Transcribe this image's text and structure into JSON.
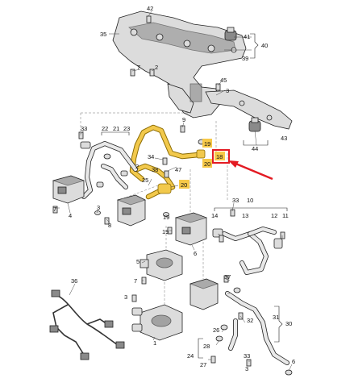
{
  "diagram": {
    "callouts": {
      "c42": "42",
      "c35": "35",
      "c41": "41",
      "c40": "40",
      "c39": "39",
      "c45": "45",
      "c3a": "3",
      "c44": "44",
      "c43": "43",
      "c33a": "33",
      "c22": "22",
      "c21": "21",
      "c23": "23",
      "c9": "9",
      "c19a": "19",
      "c18": "18",
      "c20a": "20",
      "c47": "47",
      "c34": "34",
      "c38": "38",
      "c25": "25",
      "c20b": "20",
      "c2": "2",
      "c3b": "3",
      "c19b": "19",
      "c7a": "7",
      "c4": "4",
      "c8": "8",
      "c19c": "19",
      "c6a": "6",
      "c33b": "33",
      "c10": "10",
      "c14": "14",
      "c13": "13",
      "c12": "12",
      "c11": "11",
      "c5": "5",
      "c7b": "7",
      "c36": "36",
      "c3c": "3",
      "c1": "1",
      "c37": "37",
      "c31": "31",
      "c30": "30",
      "c32": "32",
      "c26": "26",
      "c24": "24",
      "c28": "28",
      "c27": "27",
      "c33c": "33",
      "c3d": "3",
      "c6b": "6"
    },
    "highlight_color": "#f2c94c",
    "marker_color": "#e31b23"
  }
}
